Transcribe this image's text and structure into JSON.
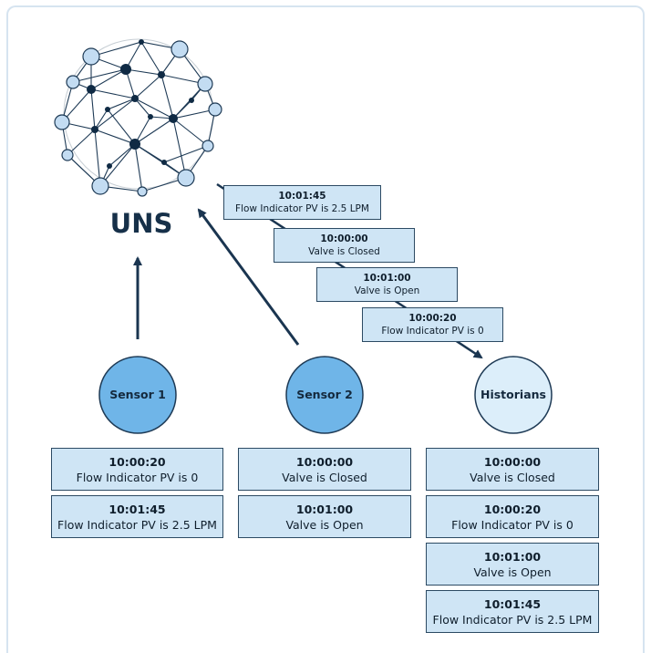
{
  "uns_label": "UNS",
  "colors": {
    "box_fill": "#cfe5f5",
    "box_border": "#2c4a63",
    "sensor_fill": "#6fb5e8",
    "historian_fill": "#dceefa",
    "arrow": "#1a3550"
  },
  "stream": [
    {
      "time": "10:01:45",
      "text": "Flow Indicator PV is 2.5 LPM"
    },
    {
      "time": "10:00:00",
      "text": "Valve is Closed"
    },
    {
      "time": "10:01:00",
      "text": "Valve is Open"
    },
    {
      "time": "10:00:20",
      "text": "Flow Indicator PV is 0"
    }
  ],
  "nodes": {
    "sensor1": "Sensor 1",
    "sensor2": "Sensor 2",
    "historians": "Historians"
  },
  "sensor1_log": [
    {
      "time": "10:00:20",
      "text": "Flow Indicator PV is 0"
    },
    {
      "time": "10:01:45",
      "text": "Flow Indicator PV is 2.5 LPM"
    }
  ],
  "sensor2_log": [
    {
      "time": "10:00:00",
      "text": "Valve is Closed"
    },
    {
      "time": "10:01:00",
      "text": "Valve is Open"
    }
  ],
  "historian_log": [
    {
      "time": "10:00:00",
      "text": "Valve is Closed"
    },
    {
      "time": "10:00:20",
      "text": "Flow Indicator PV is 0"
    },
    {
      "time": "10:01:00",
      "text": "Valve is Open"
    },
    {
      "time": "10:01:45",
      "text": "Flow Indicator PV is 2.5 LPM"
    }
  ]
}
